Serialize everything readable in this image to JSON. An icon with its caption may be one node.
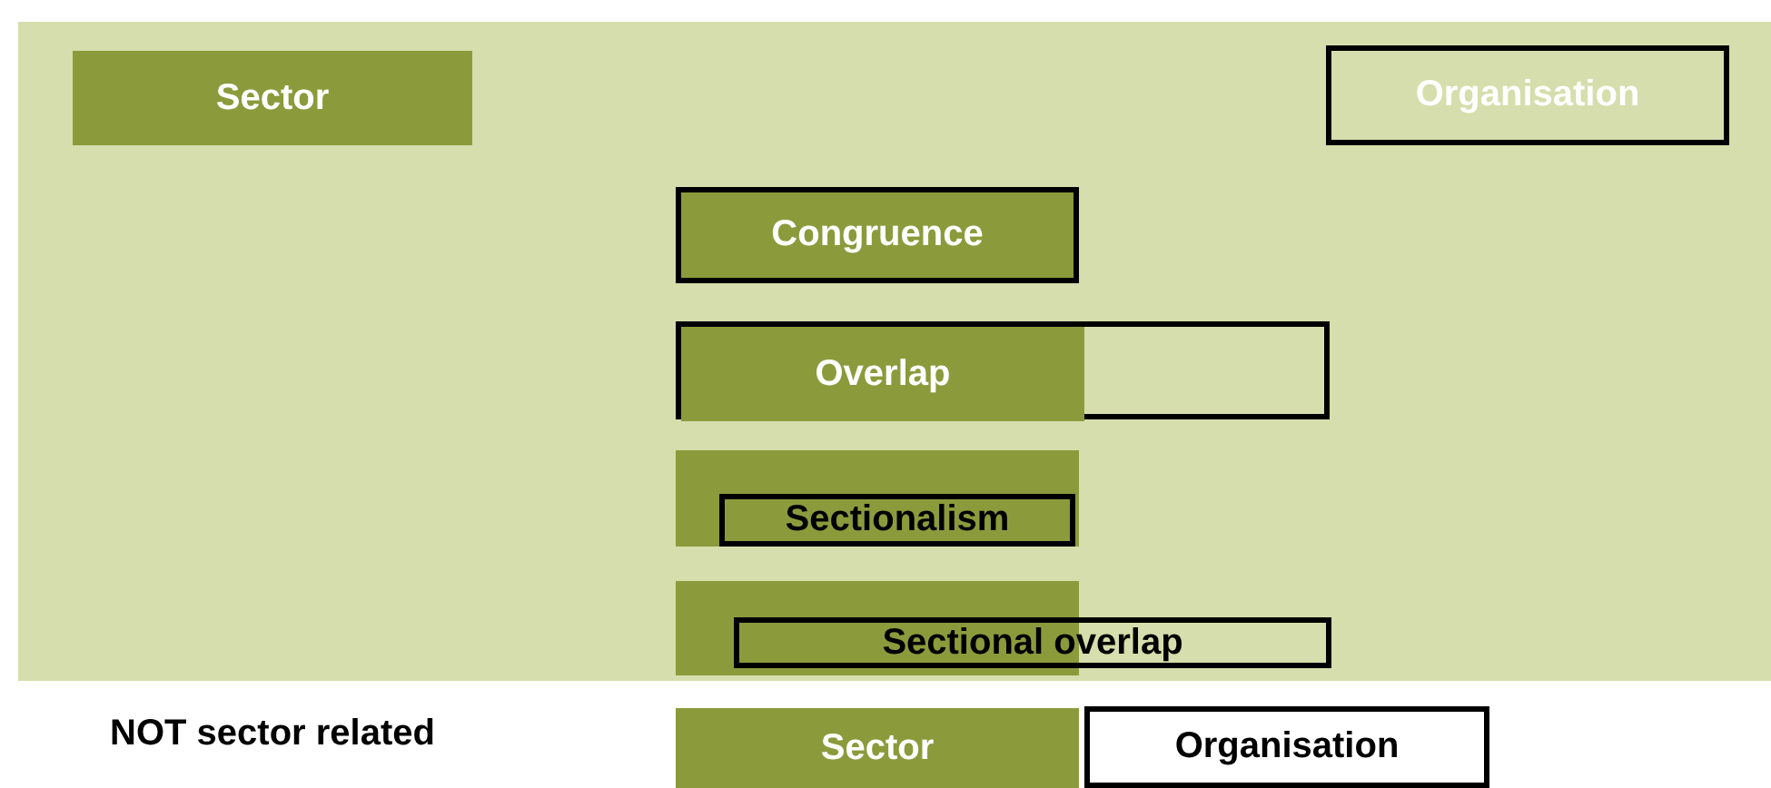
{
  "diagram": {
    "nodes": [
      {
        "text": [
          "Sector"
        ]
      },
      {
        "text": [
          "Organisation"
        ]
      },
      {
        "text": [
          "Congruence"
        ]
      },
      {
        "text": [],
        "shape": "box"
      },
      {
        "text": [
          "Overlap"
        ],
        "in": 3
      },
      {
        "text": [],
        "shape": "box"
      },
      {
        "text": [
          "Sectionalism"
        ],
        "in": 5
      },
      {
        "text": [],
        "shape": "box"
      },
      {
        "text": [
          "Sectional overlap"
        ]
      },
      {
        "text": [
          "Sector"
        ]
      },
      {
        "text": [
          "Organisation"
        ]
      }
    ],
    "labels": [
      "NOT sector related"
    ]
  }
}
